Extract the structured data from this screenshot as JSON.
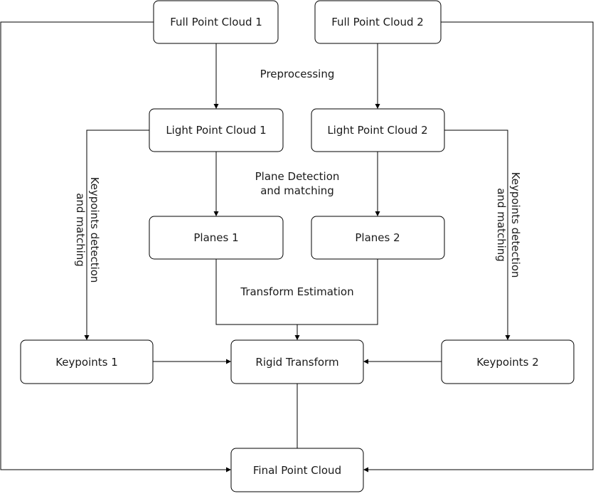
{
  "nodes": {
    "full_cloud_1": "Full Point Cloud 1",
    "full_cloud_2": "Full Point Cloud 2",
    "light_cloud_1": "Light Point Cloud 1",
    "light_cloud_2": "Light Point Cloud 2",
    "planes_1": "Planes 1",
    "planes_2": "Planes 2",
    "keypoints_1": "Keypoints 1",
    "keypoints_2": "Keypoints 2",
    "rigid_transform": "Rigid Transform",
    "final_cloud": "Final Point Cloud"
  },
  "labels": {
    "preprocessing": "Preprocessing",
    "plane_detection_line1": "Plane Detection",
    "plane_detection_line2": "and matching",
    "transform_estimation": "Transform Estimation",
    "keypoints_line1": "Keypoints detection",
    "keypoints_line2": "and matching"
  }
}
